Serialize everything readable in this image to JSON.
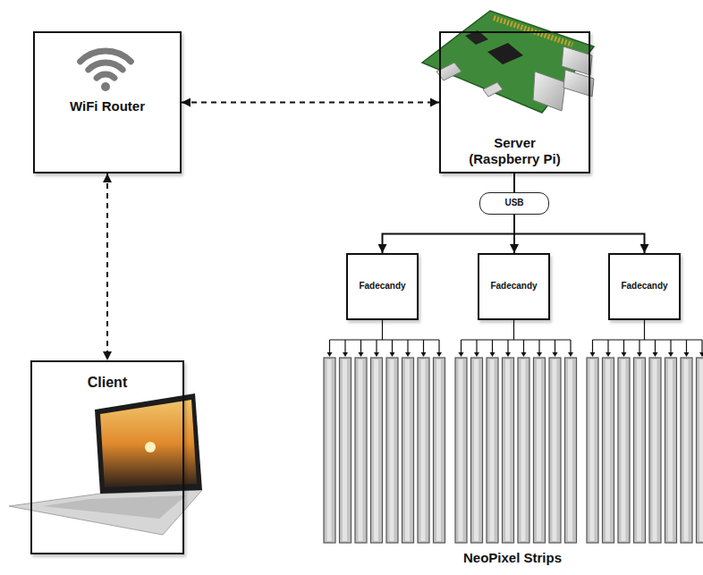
{
  "diagram": {
    "nodes": [
      {
        "text": [
          "WiFi Router"
        ]
      },
      {
        "text": [
          "Server (Raspberry Pi)"
        ]
      },
      {
        "text": [
          "USB"
        ]
      },
      {
        "text": [
          "Fadecandy"
        ]
      },
      {
        "text": [
          "Fadecandy"
        ]
      },
      {
        "text": [
          "Fadecandy"
        ]
      },
      {
        "text": [
          "Client"
        ]
      }
    ],
    "edges": [
      {
        "from": 0,
        "to": 1,
        "arrow": "both"
      },
      {
        "from": 0,
        "to": 6,
        "arrow": "both"
      },
      {
        "from": 1,
        "to": 2,
        "arrow": "none"
      },
      {
        "from": 2,
        "to": 3,
        "arrow": "to"
      },
      {
        "from": 2,
        "to": 4,
        "arrow": "to"
      },
      {
        "from": 2,
        "to": 5,
        "arrow": "to"
      }
    ],
    "labels": [
      "NeoPixel Strips"
    ]
  }
}
